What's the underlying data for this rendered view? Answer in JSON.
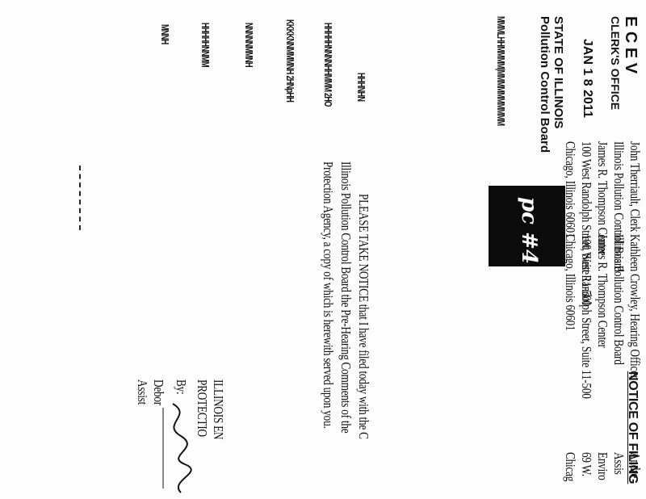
{
  "stamp": {
    "received": "E C E  V",
    "office": "CLERK'S OFFICE",
    "date": "JAN 1 8 2011",
    "state": "STATE OF ILLINOIS",
    "board": "Pollution Control Board"
  },
  "heading": "NOTICE OF FILING",
  "addressees": [
    {
      "lines": [
        "John Therriault, Clerk",
        "Illinois Pollution Control Board",
        "James R. Thompson Center",
        "100 West Randolph Street, Suite 11-500",
        "Chicago, Illinois 60601"
      ]
    },
    {
      "lines": [
        "Kathleen Crowley, Hearing Officer",
        "Illinois Pollution Control Board",
        "James R. Thompson Center",
        "100 West Randolph Street, Suite 11-500",
        "Chicago, Illinois 60601"
      ]
    }
  ],
  "right_column": [
    "Andre",
    "Assis",
    "Enviro",
    "69 W.",
    "Chicag"
  ],
  "notice_text": [
    "PLEASE TAKE NOTICE that I have filed today with the C",
    "Illinois Pollution Control Board the Pre-Hearing Comments of the",
    "Protection Agency, a copy of which is herewith served upon you."
  ],
  "signature_block": [
    "ILLINOIS EN",
    "PROTECTIO",
    "By:",
    "Debor",
    "Assist"
  ],
  "handwritten": "pc #4"
}
